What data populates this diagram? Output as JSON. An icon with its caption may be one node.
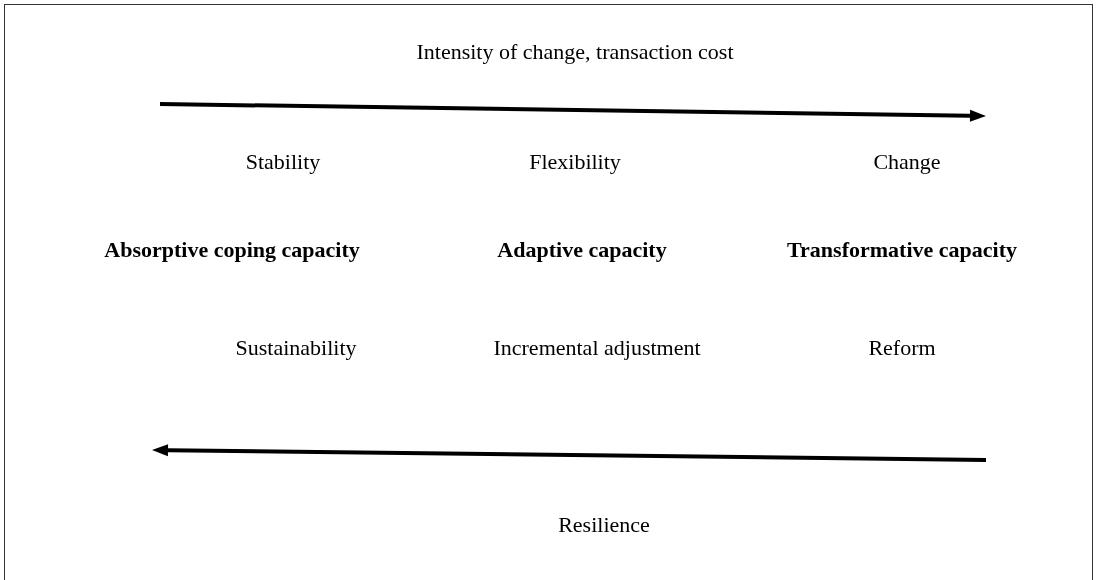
{
  "diagram": {
    "labels": [
      "Intensity of change, transaction cost",
      "Stability",
      "Flexibility",
      "Change",
      "Absorptive coping capacity",
      "Adaptive capacity",
      "Transformative capacity",
      "Sustainability",
      "Incremental adjustment",
      "Reform",
      "Resilience"
    ]
  }
}
